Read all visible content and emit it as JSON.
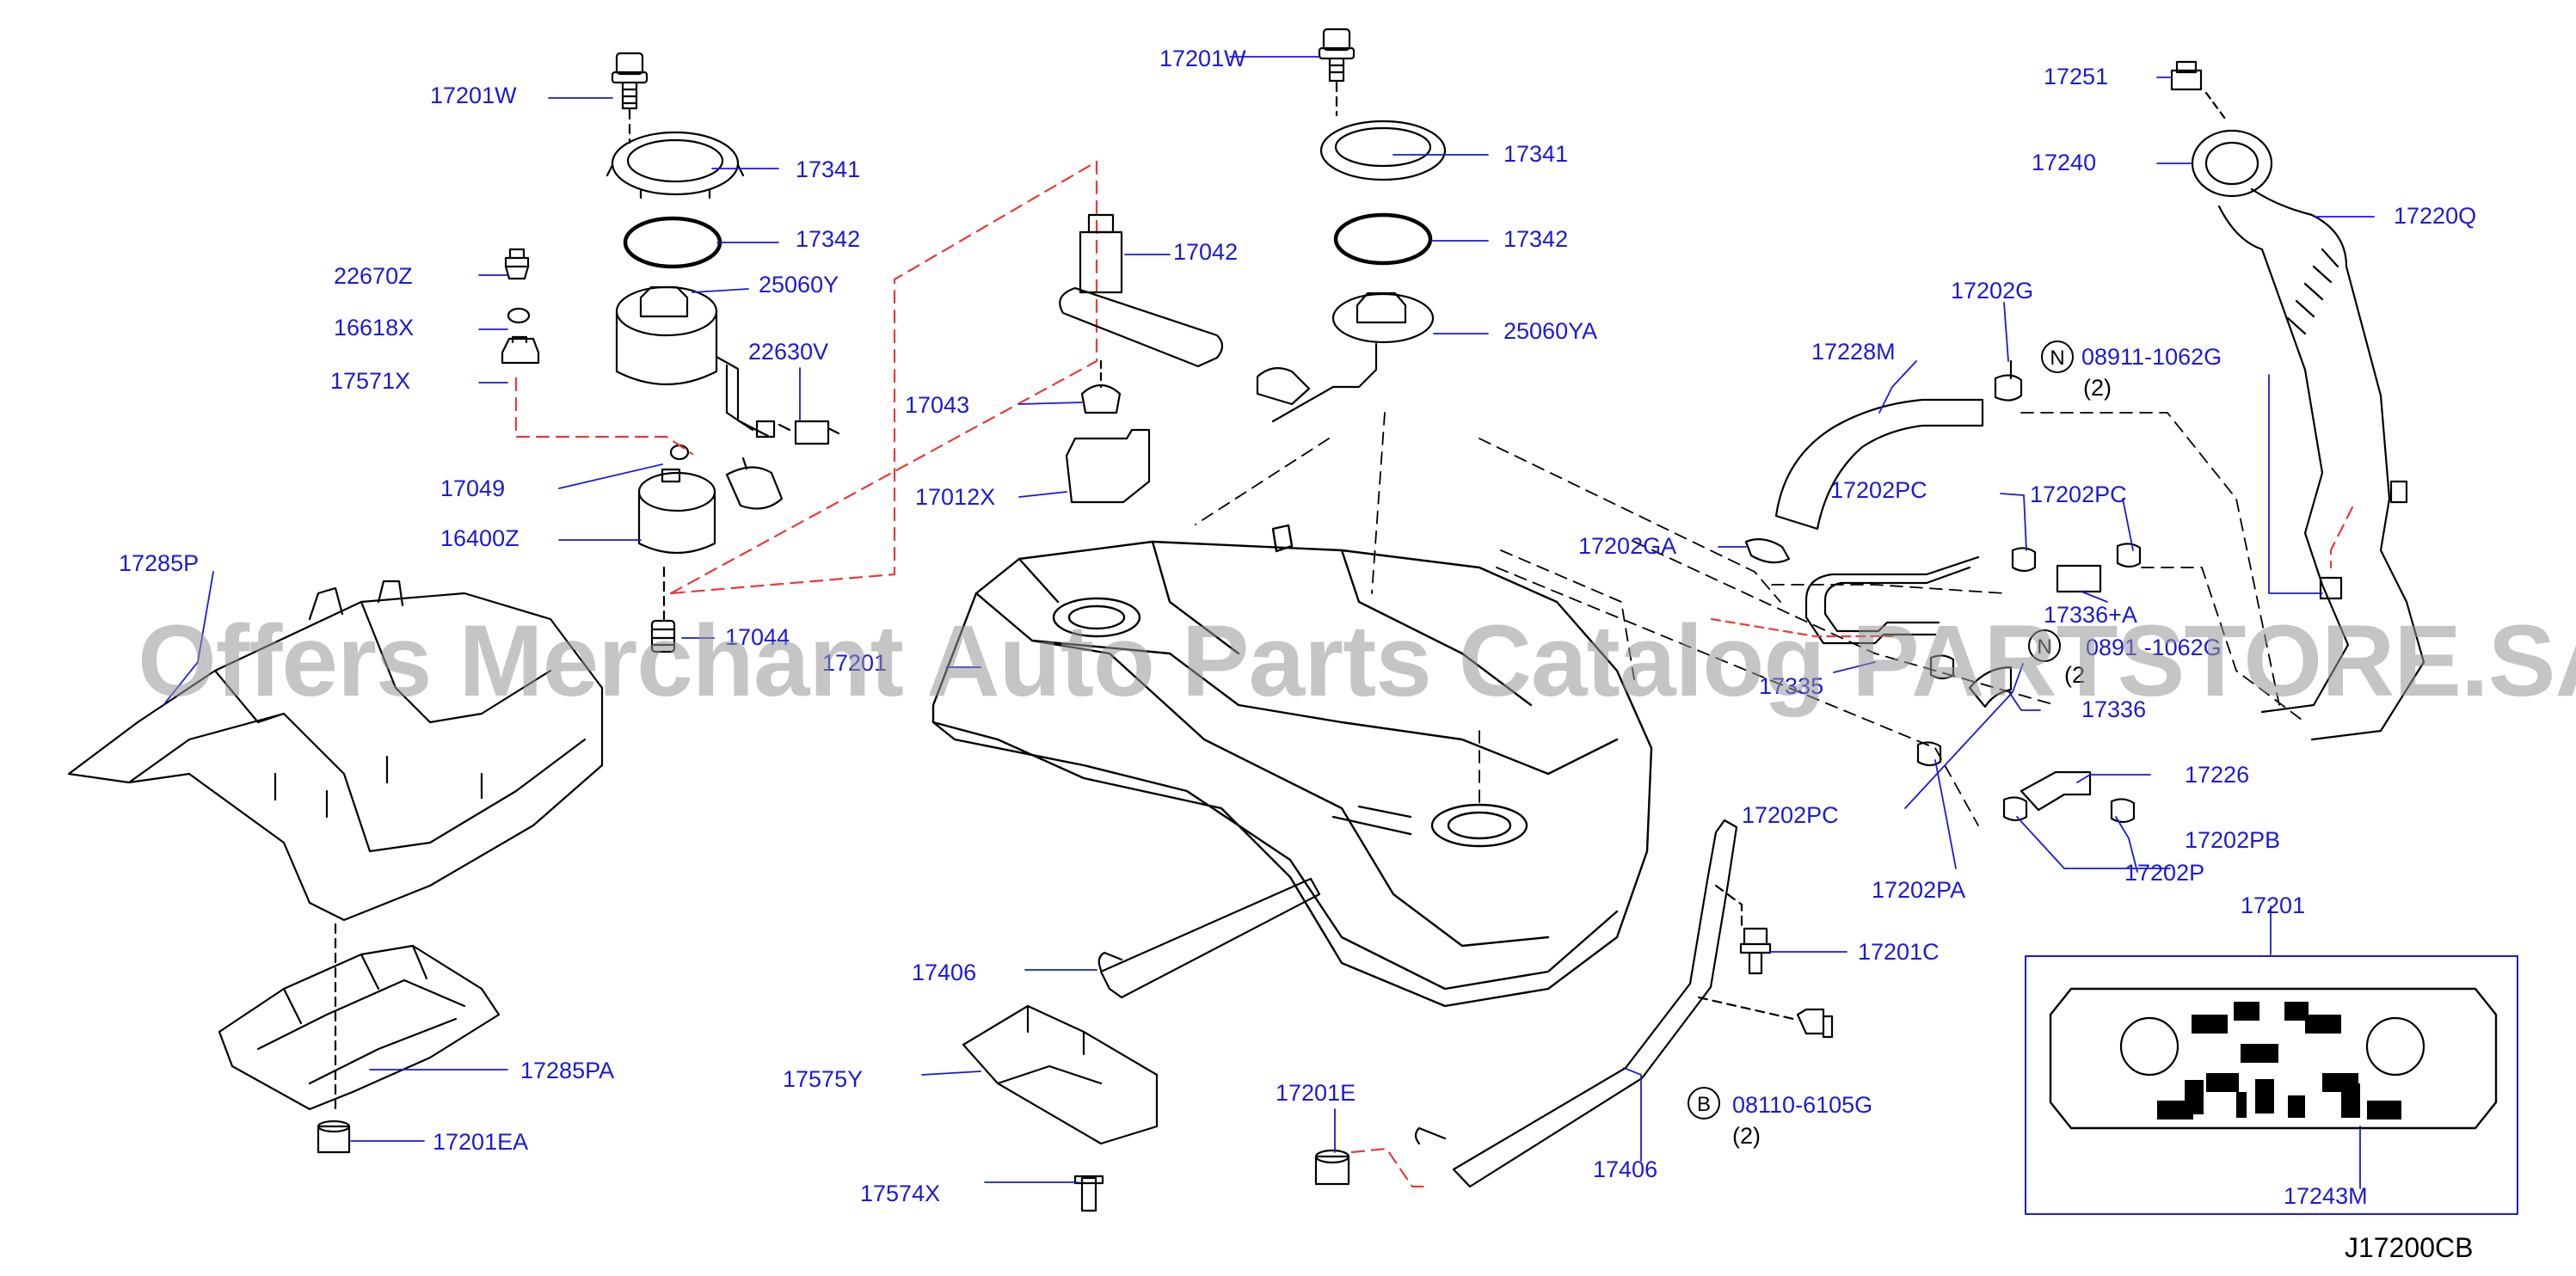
{
  "watermark": "Offers Merchant Auto Parts Catalog PARTSTORE.SA",
  "diagram_code": "J17200CB",
  "colors": {
    "label": "#1a1ad6",
    "line": "#000000",
    "dash": "#e83a3a",
    "watermark": "#969696"
  },
  "parts": {
    "p17201W_a": "17201W",
    "p17341_a": "17341",
    "p17342_a": "17342",
    "p22670Z": "22670Z",
    "p25060Y": "25060Y",
    "p16618X": "16618X",
    "p22630V": "22630V",
    "p17571X": "17571X",
    "p17049": "17049",
    "p16400Z": "16400Z",
    "p17044": "17044",
    "p17285P": "17285P",
    "p17285PA": "17285PA",
    "p17201EA": "17201EA",
    "p17201W_b": "17201W",
    "p17341_b": "17341",
    "p17342_b": "17342",
    "p25060YA": "25060YA",
    "p17042": "17042",
    "p17043": "17043",
    "p17012X": "17012X",
    "p17201_tank": "17201",
    "p17251": "17251",
    "p17240": "17240",
    "p17220Q": "17220Q",
    "p17202G": "17202G",
    "p08911_a": "08911-1062G",
    "p17228M": "17228M",
    "p17202PC_a": "17202PC",
    "p17202PC_b": "17202PC",
    "p17202GA": "17202GA",
    "p17336A": "17336+A",
    "p08911_b": "0891 -1062G",
    "p17335": "17335",
    "p17336": "17336",
    "p17226": "17226",
    "p17202PC_c": "17202PC",
    "p17202PB": "17202PB",
    "p17202PA": "17202PA",
    "p17202P": "17202P",
    "p17201_box": "17201",
    "p17243M": "17243M",
    "p17201C": "17201C",
    "p08110": "08110-6105G",
    "p17406_a": "17406",
    "p17406_b": "17406",
    "p17575Y": "17575Y",
    "p17574X": "17574X",
    "p17201E": "17201E"
  },
  "quantities": {
    "q_a": "(2)",
    "q_b": "(2",
    "q_c": "(2)"
  },
  "markers": {
    "n1": "N",
    "n2": "N",
    "b1": "B"
  }
}
